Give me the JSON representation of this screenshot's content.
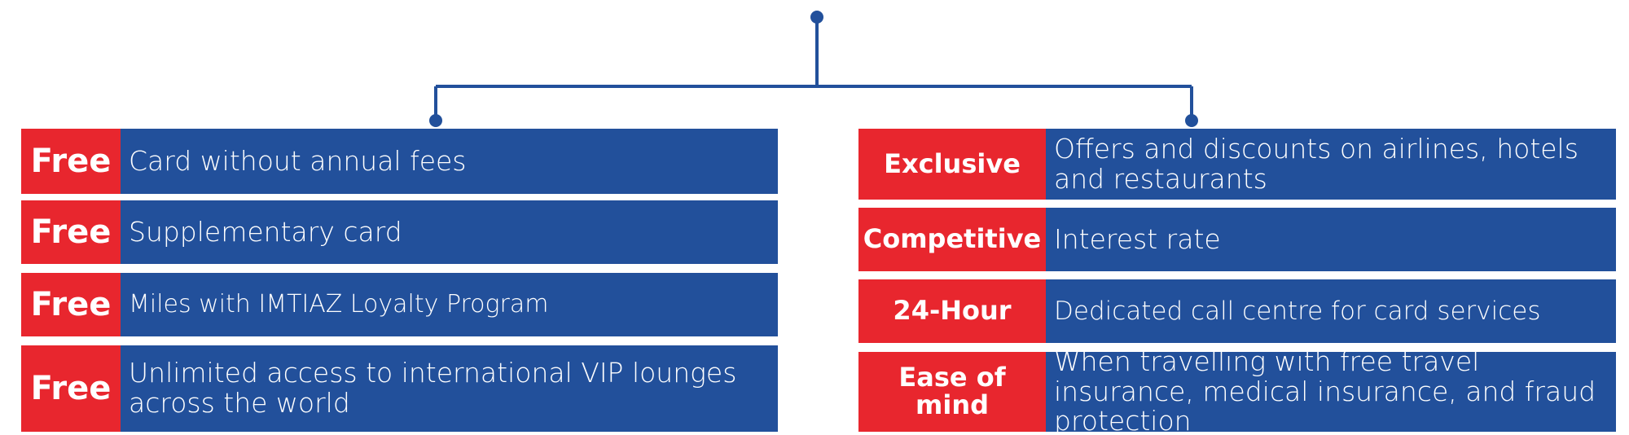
{
  "colors": {
    "line": "#22509b",
    "tag": "#e8262e",
    "panel": "#22509b",
    "text": "#ffffff"
  },
  "left": {
    "rows": [
      {
        "tag": "Free",
        "text": "Card without annual fees"
      },
      {
        "tag": "Free",
        "text": "Supplementary card"
      },
      {
        "tag": "Free",
        "text": "Miles with IMTIAZ Loyalty Program"
      },
      {
        "tag": "Free",
        "text": "Unlimited access to international VIP lounges across the world"
      }
    ]
  },
  "right": {
    "rows": [
      {
        "tag": "Exclusive",
        "text": "Offers and discounts on airlines, hotels and restaurants"
      },
      {
        "tag": "Competitive",
        "text": "Interest rate"
      },
      {
        "tag": "24-Hour",
        "text": "Dedicated call centre for card services"
      },
      {
        "tag": "Ease of mind",
        "text": "When travelling with free travel insurance, medical insurance, and fraud protection"
      }
    ]
  }
}
